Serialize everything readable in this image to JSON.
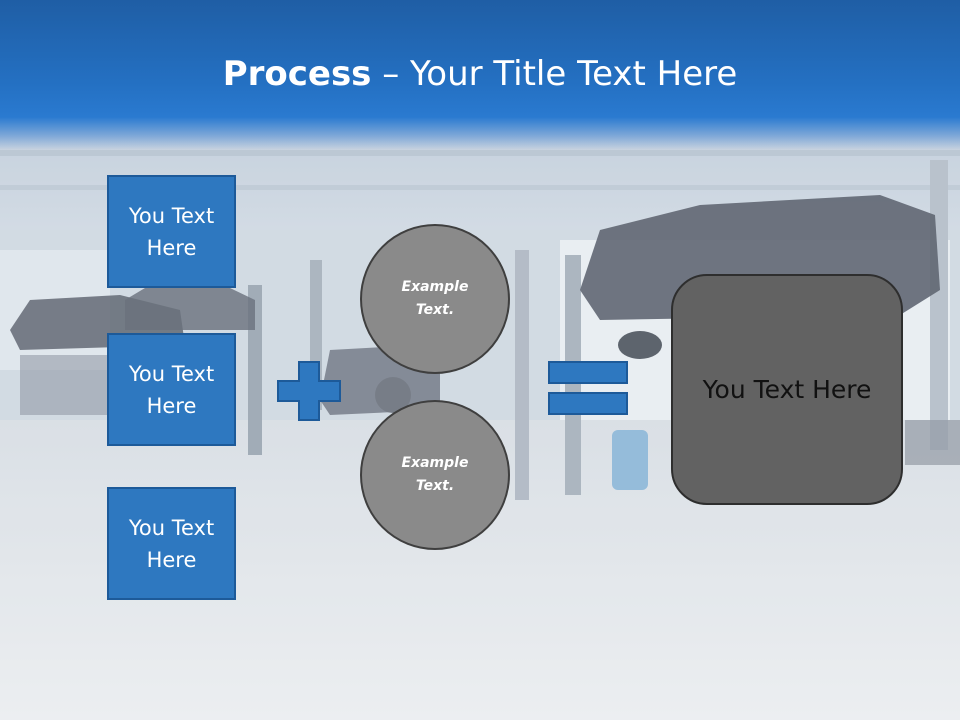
{
  "slide": {
    "title_bold": "Process",
    "title_rest": " – Your Title Text Here"
  },
  "left_boxes": [
    {
      "label": "You Text Here"
    },
    {
      "label": "You Text Here"
    },
    {
      "label": "You Text Here"
    }
  ],
  "circles": [
    {
      "label": "Example Text."
    },
    {
      "label": "Example Text."
    }
  ],
  "result": {
    "label": "You Text Here"
  },
  "icons": {
    "plus": "plus-icon",
    "equals": "equals-icon"
  },
  "colors": {
    "header_blue": "#2470c2",
    "box_blue": "#2e78c0",
    "circle_gray": "#8a8a8a",
    "result_gray": "#626262"
  }
}
